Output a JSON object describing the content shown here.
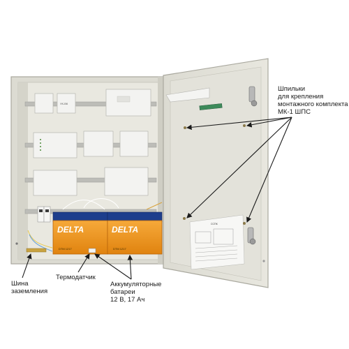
{
  "labels": {
    "studs": [
      "Шпильки",
      "для крепления",
      "монтажного комплекта",
      "МК-1 ШПС"
    ],
    "ground": [
      "Шина",
      "заземления"
    ],
    "thermo": [
      "Термодатчик"
    ],
    "battery": [
      "Аккумуляторные",
      "батареи",
      "12 В, 17 Ач"
    ]
  },
  "battery_brand": "DELTA",
  "battery_model": "DTM 1217",
  "module_labels": {
    "top_small": "УК-ВК",
    "door_plate": "ССПК"
  },
  "colors": {
    "cabinet": "#e4e3db",
    "cabinet_edge": "#b9b8ae",
    "battery_orange": "#f0971e",
    "battery_lid": "#1e3e8c",
    "module": "#f3f3f1",
    "arrow": "#1a1a1a"
  }
}
